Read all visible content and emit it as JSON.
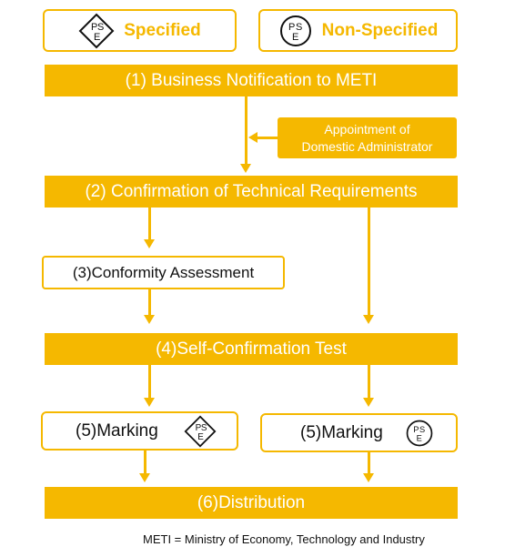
{
  "legend": {
    "specified_label": "Specified",
    "non_specified_label": "Non-Specified",
    "pse_letters": "PSE"
  },
  "steps": {
    "s1": "(1) Business Notification to METI",
    "appointment_line1": "Appointment of",
    "appointment_line2": "Domestic Administrator",
    "s2": "(2) Confirmation of Technical Requirements",
    "s3": "(3)Conformity Assessment",
    "s4": "(4)Self-Confirmation Test",
    "s5_left": "(5)Marking",
    "s5_right": "(5)Marking",
    "s6": "(6)Distribution"
  },
  "footnote": "METI = Ministry of Economy, Technology and Industry",
  "colors": {
    "accent": "#F5B800",
    "text": "#111111"
  },
  "icons": [
    "pse-diamond-icon",
    "pse-circle-icon"
  ]
}
